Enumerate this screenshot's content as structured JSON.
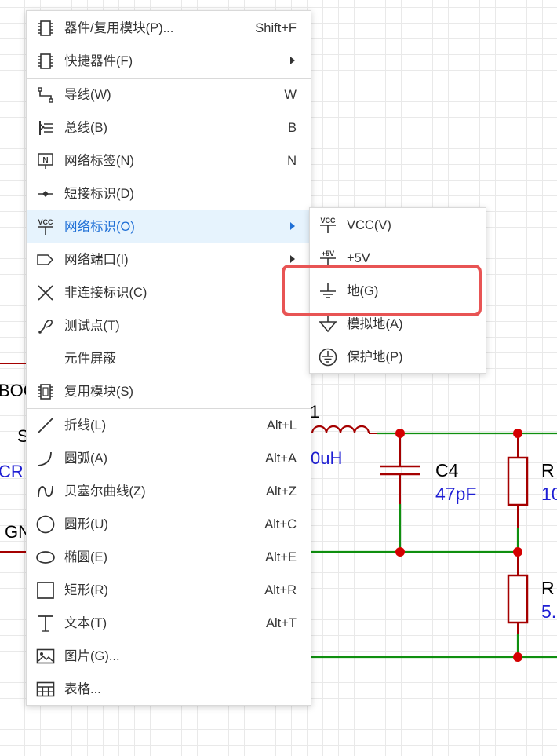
{
  "schematic": {
    "labels": {
      "boot": "BOO",
      "s": "S",
      "cr": "CR",
      "gn": "GN",
      "l_ref": "1",
      "l_value": "0uH",
      "c4_ref": "C4",
      "c4_value": "47pF",
      "r_top_ref": "R",
      "r_top_value": "10",
      "r_bottom_ref": "R",
      "r_bottom_value": "5."
    },
    "colors": {
      "wire": "#0f8f0f",
      "component": "#a50000",
      "junction": "#d40000",
      "value_text": "#1e1ed4",
      "ref_text": "#000000"
    }
  },
  "menu": {
    "items": [
      {
        "label": "器件/复用模块(P)...",
        "shortcut": "Shift+F",
        "icon": "chip-icon"
      },
      {
        "label": "快捷器件(F)",
        "submenu": true,
        "icon": "chip-icon"
      },
      {
        "label": "导线(W)",
        "shortcut": "W",
        "icon": "wire-icon"
      },
      {
        "label": "总线(B)",
        "shortcut": "B",
        "icon": "bus-icon"
      },
      {
        "label": "网络标签(N)",
        "shortcut": "N",
        "icon": "net-label-icon"
      },
      {
        "label": "短接标识(D)",
        "icon": "short-flag-icon"
      },
      {
        "label": "网络标识(O)",
        "submenu": true,
        "active": true,
        "icon": "vcc-icon"
      },
      {
        "label": "网络端口(I)",
        "submenu": true,
        "icon": "net-port-icon"
      },
      {
        "label": "非连接标识(C)",
        "icon": "no-connect-icon"
      },
      {
        "label": "测试点(T)",
        "icon": "test-point-icon"
      },
      {
        "label": "元件屏蔽",
        "icon": ""
      },
      {
        "label": "复用模块(S)",
        "icon": "module-icon"
      },
      {
        "label": "折线(L)",
        "shortcut": "Alt+L",
        "icon": "polyline-icon"
      },
      {
        "label": "圆弧(A)",
        "shortcut": "Alt+A",
        "icon": "arc-icon"
      },
      {
        "label": "贝塞尔曲线(Z)",
        "shortcut": "Alt+Z",
        "icon": "bezier-icon"
      },
      {
        "label": "圆形(U)",
        "shortcut": "Alt+C",
        "icon": "circle-icon"
      },
      {
        "label": "椭圆(E)",
        "shortcut": "Alt+E",
        "icon": "ellipse-icon"
      },
      {
        "label": "矩形(R)",
        "shortcut": "Alt+R",
        "icon": "rectangle-icon"
      },
      {
        "label": "文本(T)",
        "shortcut": "Alt+T",
        "icon": "text-icon"
      },
      {
        "label": "图片(G)...",
        "icon": "image-icon"
      },
      {
        "label": "表格...",
        "icon": "table-icon"
      }
    ]
  },
  "submenu": {
    "items": [
      {
        "label": "VCC(V)",
        "icon": "vcc-icon",
        "icon_text": "VCC"
      },
      {
        "label": "+5V",
        "icon": "plus5v-icon",
        "icon_text": "+5V"
      },
      {
        "label": "地(G)",
        "icon": "ground-icon",
        "highlighted": true
      },
      {
        "label": "模拟地(A)",
        "icon": "analog-ground-icon"
      },
      {
        "label": "保护地(P)",
        "icon": "protective-ground-icon"
      }
    ]
  }
}
